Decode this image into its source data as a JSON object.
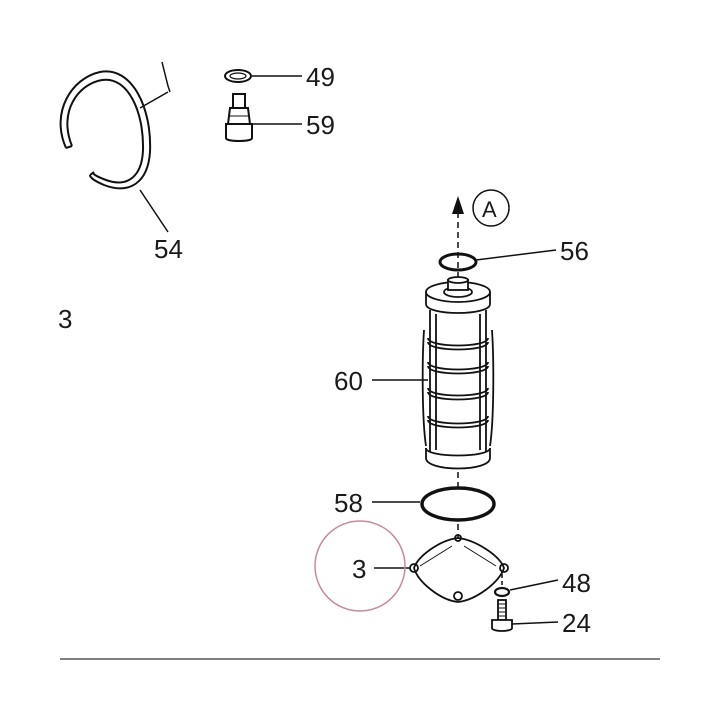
{
  "labels": {
    "l49": "49",
    "l59": "59",
    "l54": "54",
    "l56": "56",
    "l60": "60",
    "l58": "58",
    "l3": "3",
    "l48": "48",
    "l24": "24",
    "side_3": "3",
    "arrow_a": "A"
  },
  "colors": {
    "line": "#111111",
    "highlight_circle": "#c98a98",
    "rule": "#333333"
  }
}
